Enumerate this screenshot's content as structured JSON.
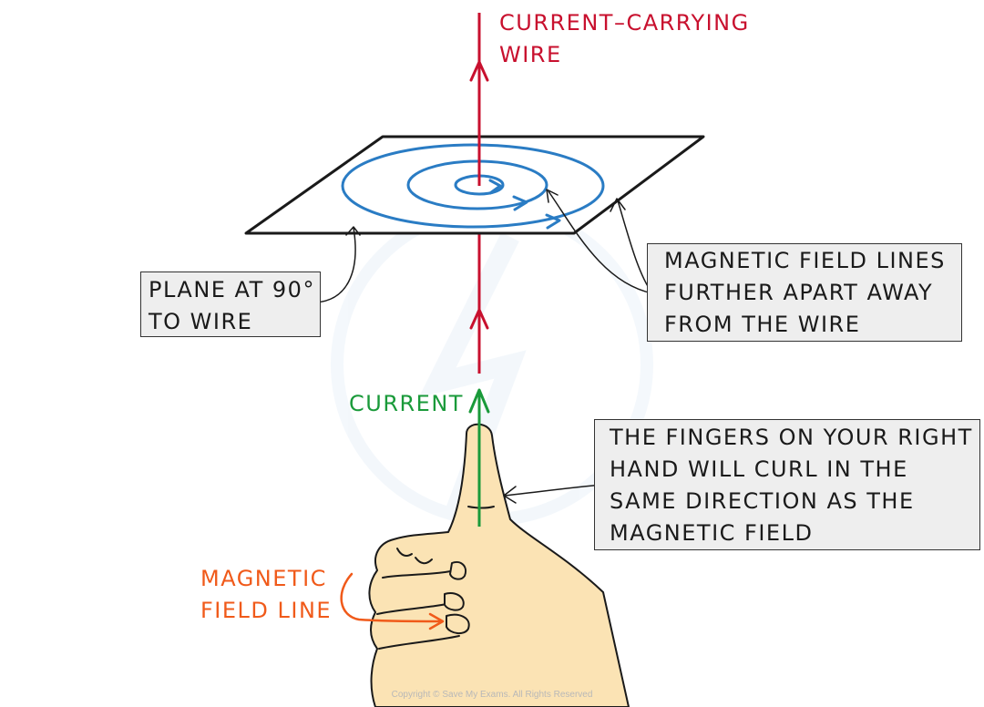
{
  "labels": {
    "wire": [
      "CURRENT–CARRYING",
      "WIRE"
    ],
    "current": "CURRENT",
    "magnetic_field_line": [
      "MAGNETIC",
      "FIELD  LINE"
    ]
  },
  "callouts": {
    "plane": [
      "PLANE  AT  90°",
      "TO  WIRE"
    ],
    "field_lines": [
      "MAGNETIC  FIELD  LINES",
      "FURTHER  APART  AWAY",
      "FROM  THE  WIRE"
    ],
    "fingers": [
      "THE  FINGERS  ON  YOUR  RIGHT",
      "HAND  WILL  CURL  IN  THE",
      "SAME  DIRECTION  AS  THE",
      "MAGNETIC  FIELD"
    ]
  },
  "copyright": "Copyright © Save My Exams. All Rights Reserved",
  "colors": {
    "wire": "#c8102e",
    "current": "#1a9a3a",
    "field": "#2a7cc4",
    "field_line_label": "#f05a1a",
    "skin": "#fbe3b4",
    "callout_bg": "#eeeeee",
    "ink": "#1a1a1a"
  }
}
